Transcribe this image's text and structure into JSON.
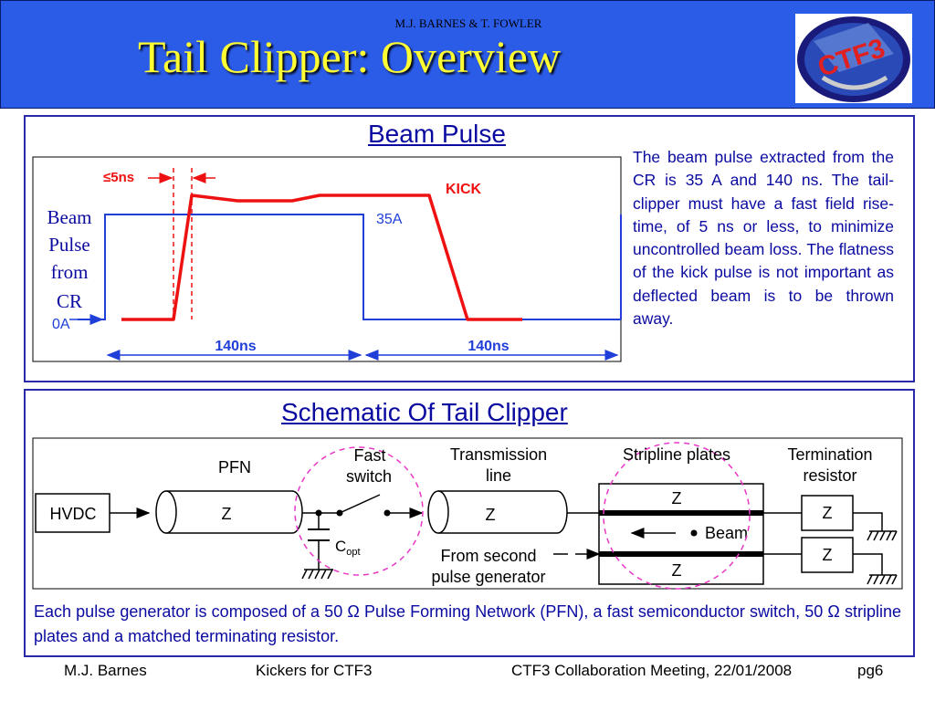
{
  "header": {
    "authors": "M.J. BARNES & T. FOWLER",
    "title": "Tail Clipper: Overview",
    "logo_text": "CTF3"
  },
  "beam_panel": {
    "title": "Beam Pulse",
    "y_label_lines": [
      "Beam",
      "Pulse",
      "from",
      "CR"
    ],
    "rise_label": "≤5ns",
    "kick_label": "KICK",
    "current_label": "35A",
    "zero_label": "0A",
    "width_label_1": "140ns",
    "width_label_2": "140ns",
    "description": "The beam pulse extracted from the CR is 35 A and 140 ns. The tail-clipper must have a fast field rise-time, of 5 ns or less, to minimize uncontrolled beam loss. The flatness of the kick pulse is not important as deflected beam is to be thrown away."
  },
  "schematic_panel": {
    "title": "Schematic Of Tail Clipper",
    "labels": {
      "hvdc": "HVDC",
      "pfn": "PFN",
      "pfn_z": "Z",
      "fast_switch_1": "Fast",
      "fast_switch_2": "switch",
      "c_opt": "C",
      "c_opt_sub": "opt",
      "tline_1": "Transmission",
      "tline_2": "line",
      "tline_z": "Z",
      "from_second_1": "From second",
      "from_second_2": "pulse generator",
      "stripline": "Stripline plates",
      "strip_z_top": "Z",
      "strip_z_bottom": "Z",
      "beam": "Beam",
      "term_1": "Termination",
      "term_2": "resistor",
      "term_z_top": "Z",
      "term_z_bottom": "Z"
    },
    "description": "Each pulse generator is composed of a 50 Ω Pulse Forming Network (PFN), a fast semiconductor switch, 50 Ω stripline plates and a matched terminating resistor."
  },
  "footer": {
    "author": "M.J. Barnes",
    "topic": "Kickers for CTF3",
    "meeting": "CTF3 Collaboration Meeting, 22/01/2008",
    "page": "pg6"
  },
  "colors": {
    "header_bg": "#2b5ce8",
    "title": "#ffff33",
    "text_blue": "#0a0aa0",
    "kick_red": "#ee1111",
    "pulse_blue": "#1f3fd8",
    "dashed_magenta": "#e838c8"
  }
}
